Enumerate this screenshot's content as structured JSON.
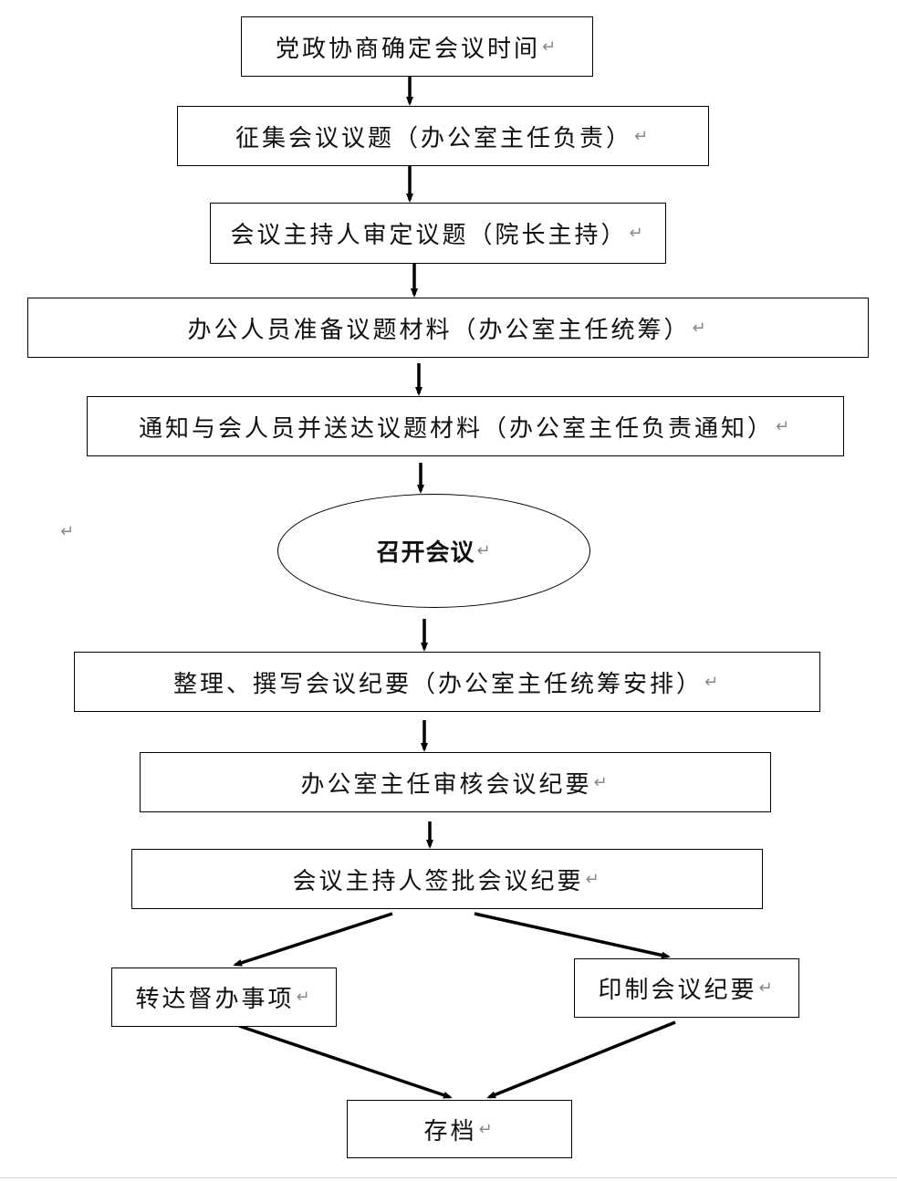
{
  "paragraph_mark": "↵",
  "steps": {
    "s1": "党政协商确定会议时间",
    "s2": "征集会议议题（办公室主任负责）",
    "s3": "会议主持人审定议题（院长主持）",
    "s4": "办公人员准备议题材料（办公室主任统筹）",
    "s5": "通知与会人员并送达议题材料（办公室主任负责通知）",
    "s6": "召开会议",
    "s7": "整理、撰写会议纪要（办公室主任统筹安排）",
    "s8": "办公室主任审核会议纪要",
    "s9": "会议主持人签批会议纪要",
    "s10": "转达督办事项",
    "s11": "印制会议纪要",
    "s12": "存档"
  }
}
